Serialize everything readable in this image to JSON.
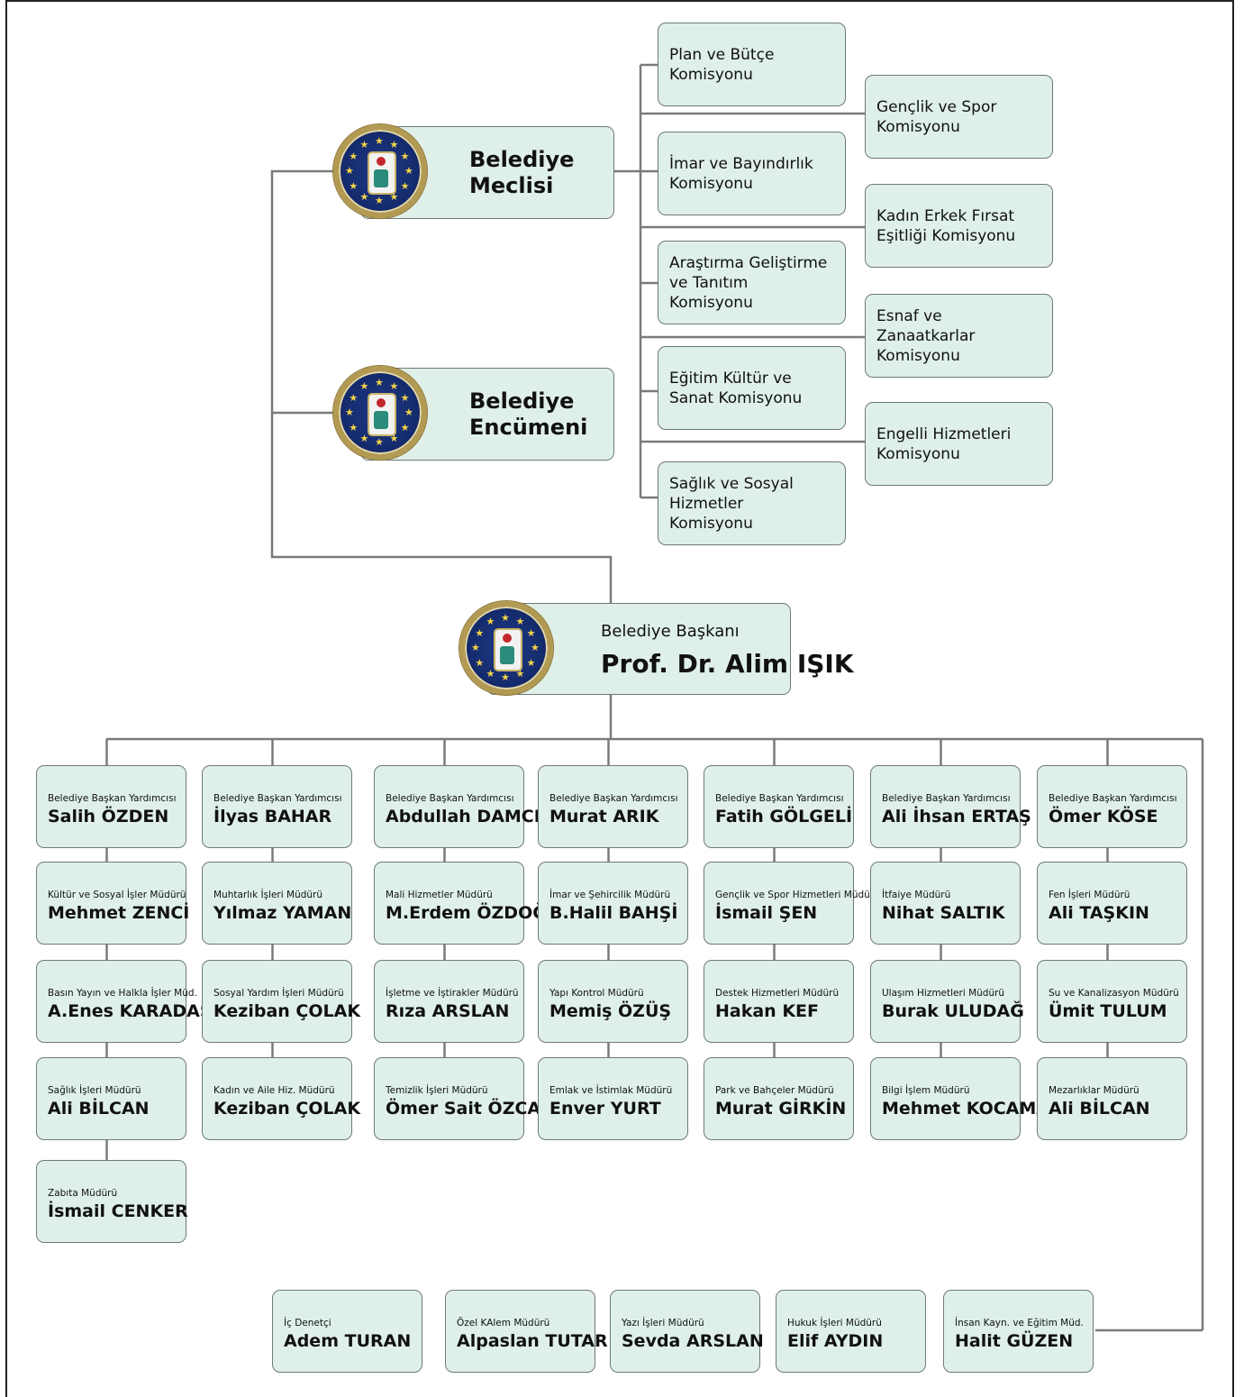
{
  "council": {
    "name": "Belediye\nMeclisi"
  },
  "committee": {
    "name": "Belediye\nEncümeni"
  },
  "commissions": [
    "Plan ve Bütçe\nKomisyonu",
    "Gençlik ve Spor\nKomisyonu",
    "İmar ve Bayındırlık\nKomisyonu",
    "Kadın Erkek Fırsat\nEşitliği Komisyonu",
    "Araştırma Geliştirme\nve Tanıtım\nKomisyonu",
    "Esnaf ve\nZanaatkarlar\nKomisyonu",
    "Eğitim Kültür ve\nSanat Komisyonu",
    "Engelli Hizmetleri\nKomisyonu",
    "Sağlık ve Sosyal\nHizmetler\nKomisyonu"
  ],
  "mayor": {
    "title": "Belediye Başkanı",
    "name": "Prof. Dr. Alim IŞIK"
  },
  "columns": [
    [
      {
        "title": "Belediye Başkan Yardımcısı",
        "name": "Salih ÖZDEN"
      },
      {
        "title": "Kültür ve Sosyal İşler Müdürü",
        "name": "Mehmet ZENCİ"
      },
      {
        "title": "Basın Yayın ve Halkla İşler Müd.",
        "name": "A.Enes KARADAŞ"
      },
      {
        "title": "Sağlık İşleri Müdürü",
        "name": "Ali BİLCAN"
      },
      {
        "title": "Zabıta Müdürü",
        "name": "İsmail CENKER"
      }
    ],
    [
      {
        "title": "Belediye Başkan Yardımcısı",
        "name": "İlyas BAHAR"
      },
      {
        "title": "Muhtarlık İşleri Müdürü",
        "name": "Yılmaz YAMAN"
      },
      {
        "title": "Sosyal Yardım İşleri Müdürü",
        "name": "Keziban ÇOLAK"
      },
      {
        "title": "Kadın ve Aile Hiz. Müdürü",
        "name": "Keziban ÇOLAK"
      }
    ],
    [
      {
        "title": "Belediye Başkan Yardımcısı",
        "name": "Abdullah DAMCI"
      },
      {
        "title": "Mali Hizmetler Müdürü",
        "name": "M.Erdem ÖZDOĞAN"
      },
      {
        "title": "İşletme ve İştirakler Müdürü",
        "name": "Rıza ARSLAN"
      },
      {
        "title": "Temizlik İşleri Müdürü",
        "name": "Ömer Sait ÖZCAN"
      }
    ],
    [
      {
        "title": "Belediye Başkan Yardımcısı",
        "name": "Murat ARIK"
      },
      {
        "title": "İmar ve Şehircilik Müdürü",
        "name": "B.Halil BAHŞİ"
      },
      {
        "title": "Yapı Kontrol Müdürü",
        "name": "Memiş ÖZÜŞ"
      },
      {
        "title": "Emlak ve İstimlak Müdürü",
        "name": "Enver YURT"
      }
    ],
    [
      {
        "title": "Belediye Başkan Yardımcısı",
        "name": "Fatih GÖLGELİ"
      },
      {
        "title": "Gençlik ve Spor Hizmetleri Müdürü",
        "name": "İsmail ŞEN"
      },
      {
        "title": "Destek Hizmetleri Müdürü",
        "name": "Hakan KEF"
      },
      {
        "title": "Park ve Bahçeler Müdürü",
        "name": "Murat GİRKİN"
      }
    ],
    [
      {
        "title": "Belediye Başkan Yardımcısı",
        "name": "Ali İhsan ERTAŞ"
      },
      {
        "title": "İtfaiye Müdürü",
        "name": "Nihat SALTIK"
      },
      {
        "title": "Ulaşım Hizmetleri Müdürü",
        "name": "Burak ULUDAĞ"
      },
      {
        "title": "Bilgi İşlem Müdürü",
        "name": "Mehmet KOCAMAN"
      }
    ],
    [
      {
        "title": "Belediye Başkan Yardımcısı",
        "name": "Ömer KÖSE"
      },
      {
        "title": "Fen İşleri Müdürü",
        "name": "Ali TAŞKIN"
      },
      {
        "title": "Su ve Kanalizasyon Müdürü",
        "name": "Ümit TULUM"
      },
      {
        "title": "Mezarlıklar Müdürü",
        "name": "Ali BİLCAN"
      }
    ]
  ],
  "bottom_row": [
    {
      "title": "İç Denetçi",
      "name": "Adem TURAN"
    },
    {
      "title": "Özel KAlem Müdürü",
      "name": "Alpaslan TUTAR"
    },
    {
      "title": "Yazı İşleri Müdürü",
      "name": "Sevda ARSLAN"
    },
    {
      "title": "Hukuk İşleri Müdürü",
      "name": "Elif AYDIN"
    },
    {
      "title": "İnsan Kayn. ve Eğitim  Müd.",
      "name": "Halit GÜZEN"
    }
  ],
  "colors": {
    "box_fill": "#dff0e8",
    "box_border": "#6f7a74",
    "line": "#7a7a7a",
    "seal_ring": "#b39a52",
    "seal_blue": "#13296a"
  },
  "icons": {
    "seal": "municipality-seal-icon"
  }
}
